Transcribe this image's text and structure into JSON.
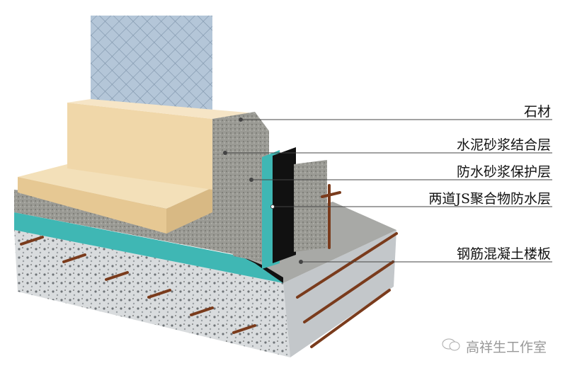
{
  "labels": [
    {
      "text": "石材"
    },
    {
      "text": "水泥砂浆结合层"
    },
    {
      "text": "防水砂浆保护层"
    },
    {
      "text": "两道JS聚合物防水层"
    },
    {
      "text": "钢筋混凝土楼板"
    }
  ],
  "watermark": {
    "text": "高祥生工作室",
    "icon": "wechat-icon"
  },
  "colors": {
    "stone": "#f1d9ae",
    "mortar": "#9a9a94",
    "waterproof_teal": "#3fb7b4",
    "waterproof_black": "#111111",
    "concrete": "#cfd3d6",
    "tile": "#a9bcd0",
    "rebar": "#7a3b1c"
  }
}
